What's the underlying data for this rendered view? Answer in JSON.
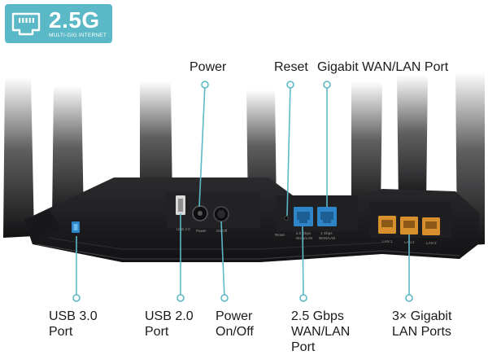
{
  "badge": {
    "speed": "2.5G",
    "subtitle": "MULTI-GIG INTERNET",
    "icon": "ethernet-port-icon",
    "color": "#5bb8c6"
  },
  "callouts": {
    "power": "Power",
    "reset": "Reset",
    "wan_lan_gigabit": "Gigabit WAN/LAN Port",
    "usb3": "USB 3.0\nPort",
    "usb2": "USB 2.0\nPort",
    "power_switch": "Power\nOn/Off",
    "wan_lan_25": "2.5 Gbps\nWAN/LAN\nPort",
    "lan_ports": "3× Gigabit\nLAN Ports"
  },
  "panel_labels": {
    "usb2": "USB 2.0",
    "power": "Power",
    "onoff": "On/Off",
    "reset": "Reset",
    "wan25_a": "2.5 Gbps",
    "wan25_b": "WAN/LAN",
    "wan1_a": "1 Gbps",
    "wan1_b": "WAN/LAN",
    "lan1": "LAN 1",
    "lan2": "LAN 2",
    "lan3": "LAN 3"
  },
  "colors": {
    "callout_line": "#5bb8c6",
    "wan_port": "#2e86c9",
    "lan_port": "#d7902d",
    "router_body": "#1c1c1e"
  }
}
